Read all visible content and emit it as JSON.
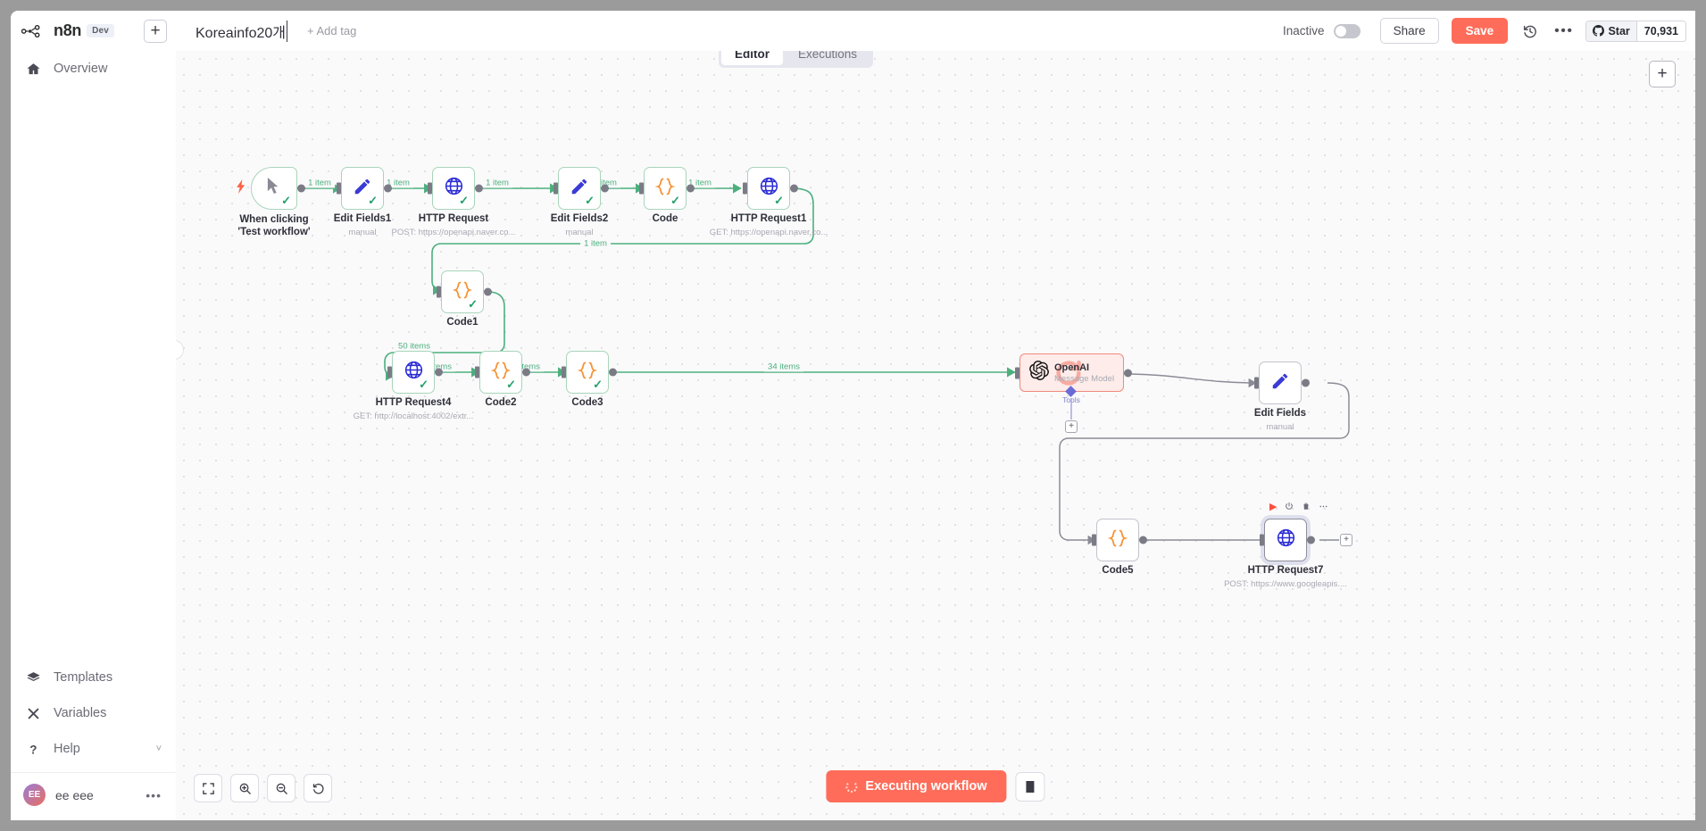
{
  "app": {
    "brand": "n8n",
    "env_badge": "Dev",
    "new_button_label": "+"
  },
  "sidebar": {
    "items": [
      {
        "label": "Overview",
        "icon": "home-icon"
      }
    ],
    "bottom_items": [
      {
        "label": "Templates",
        "icon": "templates-icon"
      },
      {
        "label": "Variables",
        "icon": "variables-icon"
      },
      {
        "label": "Help",
        "icon": "help-icon",
        "chevron": "˅"
      }
    ],
    "user": {
      "initials": "EE",
      "name": "ee eee",
      "menu": "•••"
    },
    "collapse_icon": "‹"
  },
  "header": {
    "workflow_title": "Koreainfo20개",
    "add_tag": "+ Add tag",
    "activation_label": "Inactive",
    "activation_state": "off",
    "share_label": "Share",
    "save_label": "Save",
    "history_icon": "history-icon",
    "more_icon": "•••",
    "github": {
      "star_label": "Star",
      "star_count": "70,931"
    }
  },
  "tabs": [
    {
      "label": "Editor",
      "active": true
    },
    {
      "label": "Executions",
      "active": false
    }
  ],
  "canvas": {
    "add_node_label": "+",
    "background": "#fafafb",
    "accent_green": "#4caf7d",
    "accent_red": "#ff6d5a"
  },
  "nodes": [
    {
      "id": "trigger",
      "name": "When clicking 'Test workflow'",
      "subtitle": "",
      "type": "trigger",
      "icon": "cursor-icon",
      "status": "success"
    },
    {
      "id": "edit1",
      "name": "Edit Fields1",
      "subtitle": "manual",
      "type": "set",
      "icon": "pencil-icon",
      "status": "success"
    },
    {
      "id": "http0",
      "name": "HTTP Request",
      "subtitle": "POST: https://openapi.naver.co...",
      "type": "http",
      "icon": "globe-icon",
      "status": "success"
    },
    {
      "id": "edit2",
      "name": "Edit Fields2",
      "subtitle": "manual",
      "type": "set",
      "icon": "pencil-icon",
      "status": "success"
    },
    {
      "id": "code0",
      "name": "Code",
      "subtitle": "",
      "type": "code",
      "icon": "braces-icon",
      "status": "success"
    },
    {
      "id": "http1",
      "name": "HTTP Request1",
      "subtitle": "GET: https://openapi.naver.co...",
      "type": "http",
      "icon": "globe-icon",
      "status": "success"
    },
    {
      "id": "code1",
      "name": "Code1",
      "subtitle": "",
      "type": "code",
      "icon": "braces-icon",
      "status": "success"
    },
    {
      "id": "http4",
      "name": "HTTP Request4",
      "subtitle": "GET: http://localhost:4002/extr...",
      "type": "http",
      "icon": "globe-icon",
      "status": "success"
    },
    {
      "id": "code2",
      "name": "Code2",
      "subtitle": "",
      "type": "code",
      "icon": "braces-icon",
      "status": "success"
    },
    {
      "id": "code3",
      "name": "Code3",
      "subtitle": "",
      "type": "code",
      "icon": "braces-icon",
      "status": "success"
    },
    {
      "id": "openai",
      "name": "OpenAI",
      "subtitle": "Message Model",
      "type": "openai",
      "icon": "openai-icon",
      "status": "running"
    },
    {
      "id": "edit0",
      "name": "Edit Fields",
      "subtitle": "manual",
      "type": "set",
      "icon": "pencil-icon",
      "status": "idle"
    },
    {
      "id": "code5",
      "name": "Code5",
      "subtitle": "",
      "type": "code",
      "icon": "braces-icon",
      "status": "idle"
    },
    {
      "id": "http7",
      "name": "HTTP Request7",
      "subtitle": "POST: https://www.googleapis....",
      "type": "http",
      "icon": "globe-icon",
      "status": "idle"
    }
  ],
  "edge_labels": [
    {
      "id": "e1",
      "text": "1 item"
    },
    {
      "id": "e2",
      "text": "1 item"
    },
    {
      "id": "e3",
      "text": "1 item"
    },
    {
      "id": "e4",
      "text": "1 item"
    },
    {
      "id": "e5",
      "text": "1 item"
    },
    {
      "id": "e6",
      "text": "1 item"
    },
    {
      "id": "e7",
      "text": "50 items"
    },
    {
      "id": "e8",
      "text": "50 items"
    },
    {
      "id": "e9",
      "text": "39 items"
    },
    {
      "id": "e10",
      "text": "34 items"
    }
  ],
  "openai_node": {
    "tools_label": "Tools",
    "tools_add": "+"
  },
  "node_toolbar": {
    "run_icon": "▶",
    "disable_icon": "⏻",
    "delete_icon": "🗑",
    "more_icon": "…"
  },
  "bottom_toolbar": {
    "buttons": [
      {
        "label": "",
        "icon": "fit-view-icon"
      },
      {
        "label": "",
        "icon": "zoom-in-icon"
      },
      {
        "label": "",
        "icon": "zoom-out-icon"
      },
      {
        "label": "",
        "icon": "reset-zoom-icon"
      }
    ],
    "execute_label": "Executing workflow",
    "stop_label": ""
  }
}
